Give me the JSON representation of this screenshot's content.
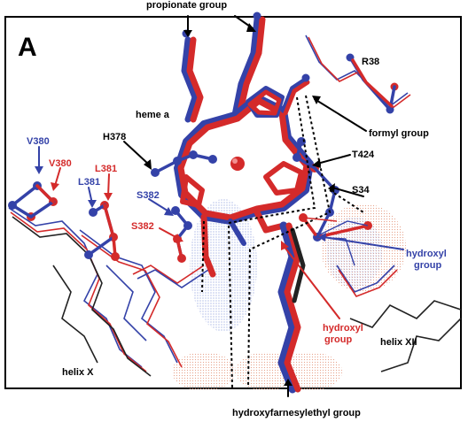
{
  "panel_letter": "A",
  "colors": {
    "red": "#d42a2a",
    "blue": "#3442a8",
    "black": "#111111",
    "frame": "#000000",
    "dots_blue": "#8090d8",
    "dots_red": "#e59a80"
  },
  "labels": {
    "propionate": "propionate group",
    "r38": "R38",
    "heme_a": "heme a",
    "formyl": "formyl group",
    "h378": "H378",
    "t424": "T424",
    "s34": "S34",
    "v380_blue": "V380",
    "v380_red": "V380",
    "l381_red": "L381",
    "l381_blue": "L381",
    "s382_blue": "S382",
    "s382_red": "S382",
    "hydroxyl_blue_1": "hydroxyl",
    "hydroxyl_blue_2": "group",
    "hydroxyl_red_1": "hydroxyl",
    "hydroxyl_red_2": "group",
    "helix_xii": "helix XII",
    "helix_x": "helix X",
    "hydroxyfarnesylethyl": "hydroxyfarnesylethyl group"
  }
}
